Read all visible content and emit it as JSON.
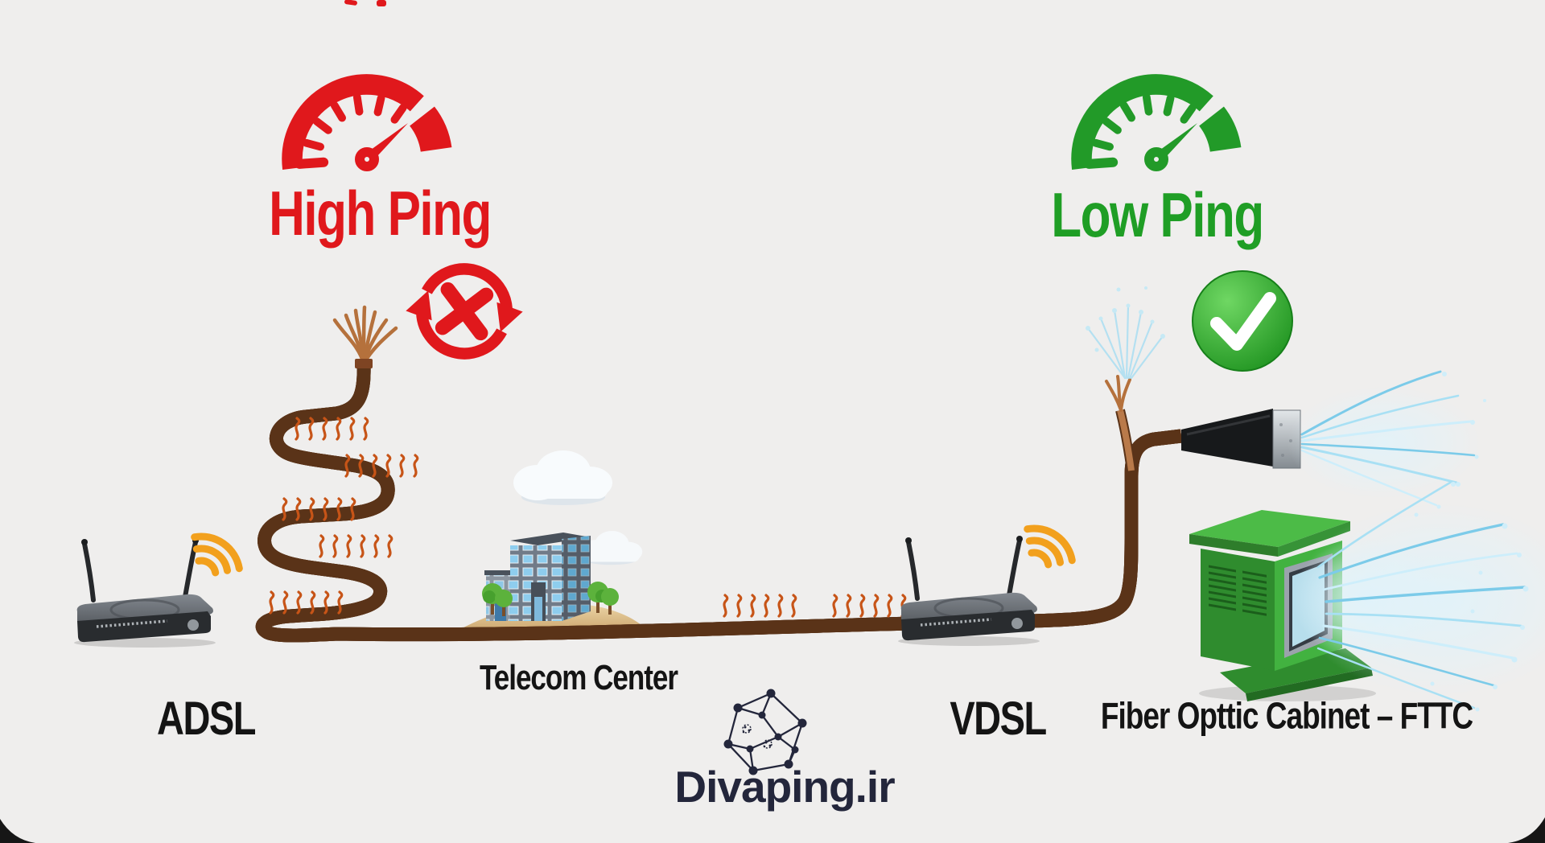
{
  "page": {
    "type": "infographic-diagram",
    "topic": "ADSL copper line high ping vs VDSL fiber-to-cabinet low ping",
    "background_color": "#efeeed"
  },
  "colors": {
    "red": "#e0181c",
    "green": "#229a28",
    "label_dark": "#141414",
    "brand_navy": "#23263b",
    "copper": "#b97a4a",
    "wifi_orange": "#f2a01d",
    "fiber_blue": "#8fd6ef",
    "cabinet_green": "#3fae3c"
  },
  "high_ping_section": {
    "title": "High Ping",
    "device_label": "ADSL",
    "icons": [
      "speedometer-high-icon",
      "sync-error-icon",
      "wifi-signal-icon",
      "twisted-copper-coil"
    ]
  },
  "low_ping_section": {
    "title": "Low Ping",
    "device_label": "VDSL",
    "icons": [
      "speedometer-low-icon",
      "check-circle-icon",
      "wifi-signal-icon",
      "fiber-splice-cone"
    ]
  },
  "center_section": {
    "building_label": "Telecom Center",
    "icons": [
      "office-building-icon",
      "cloud-icon",
      "tree-icon"
    ]
  },
  "cabinet_section": {
    "label": "Fiber Opttic Cabinet – FTTC",
    "icons": [
      "street-cabinet-icon",
      "fiber-burst-icon"
    ]
  },
  "brand": {
    "name": "Divaping.ir",
    "icon": "network-graph-icon"
  }
}
